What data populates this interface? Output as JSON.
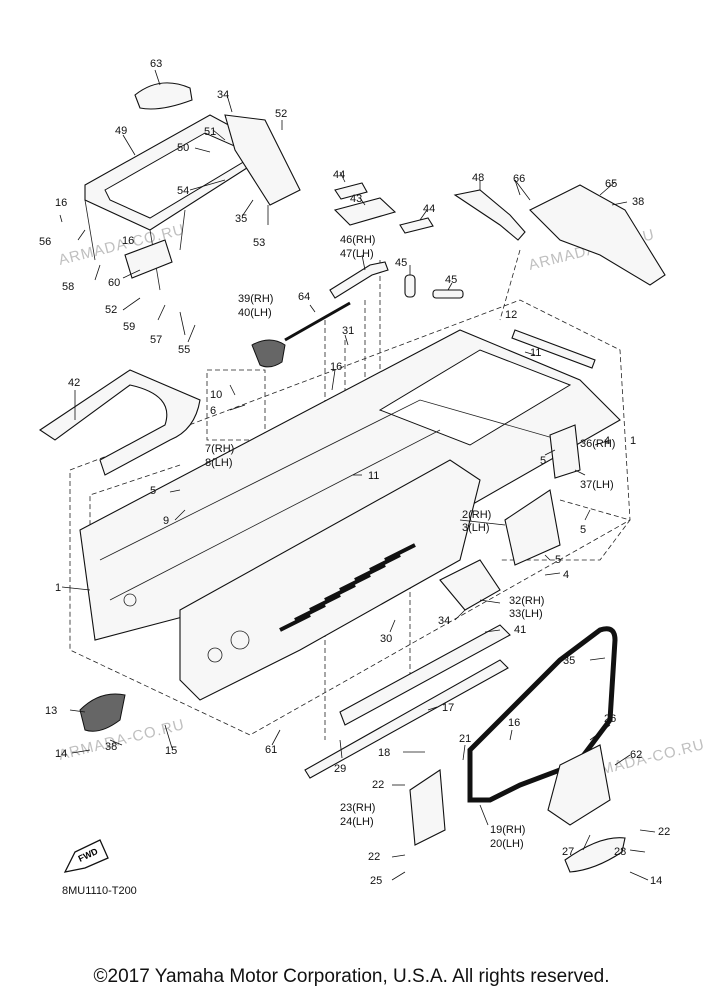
{
  "watermark": "ARMADA-CO.RU",
  "labels": [
    "1",
    "1",
    "2(RH)",
    "3(LH)",
    "4",
    "4",
    "5",
    "5",
    "5",
    "5",
    "6",
    "7(RH)",
    "8(LH)",
    "9",
    "10",
    "11",
    "11",
    "12",
    "13",
    "14",
    "14",
    "15",
    "16",
    "16",
    "16",
    "16",
    "17",
    "18",
    "19(RH)",
    "20(LH)",
    "21",
    "22",
    "22",
    "22",
    "23(RH)",
    "24(LH)",
    "25",
    "26",
    "27",
    "28",
    "29",
    "30",
    "31",
    "32(RH)",
    "33(LH)",
    "34",
    "34",
    "35",
    "35",
    "36(RH)",
    "37(LH)",
    "38",
    "38",
    "39(RH)",
    "40(LH)",
    "41",
    "42",
    "43",
    "44",
    "44",
    "45",
    "45",
    "46(RH)",
    "47(LH)",
    "48",
    "49",
    "50",
    "51",
    "52",
    "52",
    "53",
    "54",
    "55",
    "56",
    "57",
    "58",
    "59",
    "60",
    "61",
    "62",
    "63",
    "64",
    "65",
    "66"
  ],
  "fwd_label": "FWD",
  "diagram_code": "8MU1110-T200",
  "copyright": "©2017 Yamaha Motor Corporation, U.S.A. All rights reserved."
}
